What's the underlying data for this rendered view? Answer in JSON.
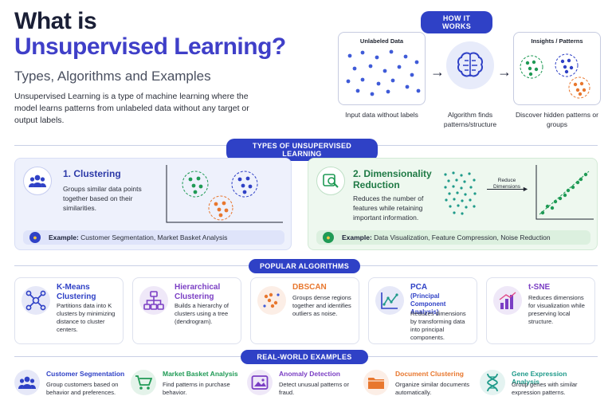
{
  "header": {
    "title_line1": "What is",
    "title_line2": "Unsupervised Learning?",
    "subtitle": "Types, Algorithms and Examples",
    "intro": "Unsupervised Learning is a type of machine learning where the model learns patterns from unlabeled data without any target or output labels."
  },
  "how_it_works": {
    "label": "HOW IT WORKS",
    "box1_label": "Unlabeled Data",
    "box3_label": "Insights / Patterns",
    "cap1": "Input data without labels",
    "cap2": "Algorithm finds patterns/structure",
    "cap3": "Discover hidden patterns or groups"
  },
  "types": {
    "label": "TYPES OF UNSUPERVISED LEARNING",
    "clustering": {
      "title": "1. Clustering",
      "desc": "Groups similar data points together based on their similarities.",
      "example_label": "Example:",
      "example_text": "Customer Segmentation, Market Basket Analysis"
    },
    "dimred": {
      "title": "2. Dimensionality Reduction",
      "desc": "Reduces the number of features while retaining important information.",
      "reduce_label": "Reduce Dimensions",
      "example_label": "Example:",
      "example_text": "Data Visualization, Feature Compression, Noise Reduction"
    }
  },
  "algorithms": {
    "label": "POPULAR ALGORITHMS",
    "items": [
      {
        "title": "K-Means Clustering",
        "desc": "Partitions data into K clusters by minimizing distance to cluster centers.",
        "icon": "network-icon",
        "color": "#2f41c6"
      },
      {
        "title": "Hierarchical Clustering",
        "desc": "Builds a hierarchy of clusters using a tree (dendrogram).",
        "icon": "hierarchy-icon",
        "color": "#7b3fc4"
      },
      {
        "title": "DBSCAN",
        "desc": "Groups dense regions together and identifies outliers as noise.",
        "icon": "dots-icon",
        "color": "#e8772e"
      },
      {
        "title": "PCA",
        "title2": "(Principal Component Analysis)",
        "desc": "Reduces dimensions by transforming data into principal components.",
        "icon": "line-chart-icon",
        "color": "#2f41c6"
      },
      {
        "title": "t-SNE",
        "desc": "Reduces dimensions for visualization while preserving local structure.",
        "icon": "bar-chart-icon",
        "color": "#7b3fc4"
      }
    ]
  },
  "examples": {
    "label": "REAL-WORLD EXAMPLES",
    "items": [
      {
        "title": "Customer Segmentation",
        "desc": "Group customers based on behavior and preferences.",
        "icon": "users-icon",
        "color": "#2f41c6"
      },
      {
        "title": "Market Basket Analysis",
        "desc": "Find patterns in purchase behavior.",
        "icon": "cart-icon",
        "color": "#1f9a55"
      },
      {
        "title": "Anomaly Detection",
        "desc": "Detect unusual patterns or fraud.",
        "icon": "image-icon",
        "color": "#7b3fc4"
      },
      {
        "title": "Document Clustering",
        "desc": "Organize similar documents automatically.",
        "icon": "folder-icon",
        "color": "#e8772e"
      },
      {
        "title": "Gene Expression Analysis",
        "desc": "Group genes with similar expression patterns.",
        "icon": "dna-icon",
        "color": "#1f9a8a"
      }
    ]
  }
}
